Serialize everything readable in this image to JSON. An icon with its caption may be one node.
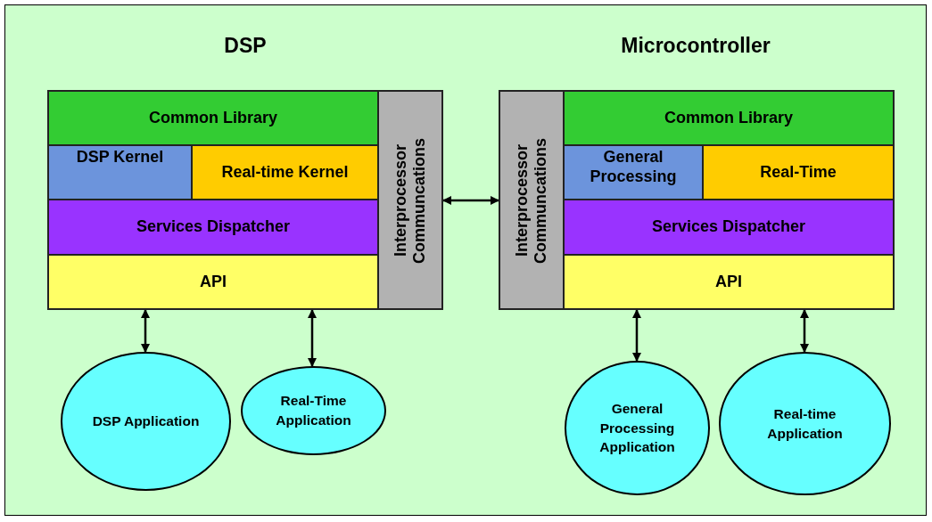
{
  "diagram": {
    "nodes": [
      {
        "text": [
          "Common Library"
        ]
      },
      {
        "text": [
          "DSP Kernel"
        ]
      },
      {
        "text": [
          "Real-time Kernel"
        ]
      },
      {
        "text": [
          "Services Dispatcher"
        ]
      },
      {
        "text": [
          "API"
        ]
      },
      {
        "text": [
          "Interprocessor Communcations"
        ]
      },
      {
        "text": [
          "Interprocessor Communcations"
        ]
      },
      {
        "text": [
          "Common Library"
        ]
      },
      {
        "text": [
          "General Processing"
        ]
      },
      {
        "text": [
          "Real-Time"
        ]
      },
      {
        "text": [
          "Services Dispatcher"
        ]
      },
      {
        "text": [
          "API"
        ]
      },
      {
        "text": [
          "DSP Application"
        ]
      },
      {
        "text": [
          "Real-Time Application"
        ]
      },
      {
        "text": [
          "General Processing Application"
        ]
      },
      {
        "text": [
          "Real-time Application"
        ]
      }
    ],
    "edges": [
      {
        "from": 5,
        "to": 6,
        "arrow": "both"
      },
      {
        "from": 4,
        "to": 12,
        "arrow": "both"
      },
      {
        "from": 4,
        "to": 13,
        "arrow": "both"
      },
      {
        "from": 11,
        "to": 14,
        "arrow": "both"
      },
      {
        "from": 11,
        "to": 15,
        "arrow": "both"
      }
    ],
    "labels": [
      "DSP",
      "Microcontroller"
    ]
  }
}
